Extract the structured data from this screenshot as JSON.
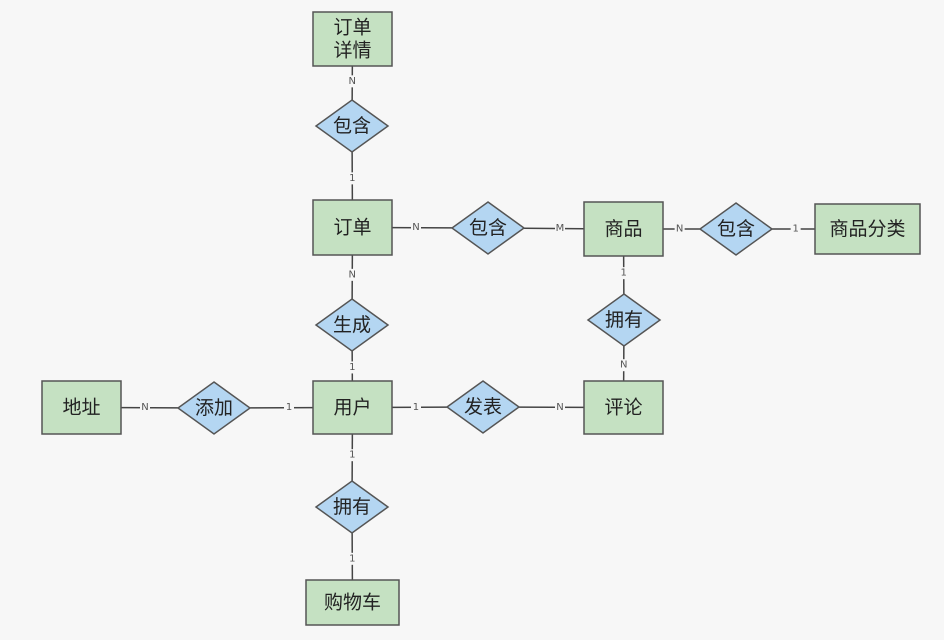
{
  "entities": [
    {
      "id": "order_detail",
      "lines": [
        "订单",
        "详情"
      ]
    },
    {
      "id": "order",
      "lines": [
        "订单"
      ]
    },
    {
      "id": "product",
      "lines": [
        "商品"
      ]
    },
    {
      "id": "category",
      "lines": [
        "商品分类"
      ]
    },
    {
      "id": "user",
      "lines": [
        "用户"
      ]
    },
    {
      "id": "address",
      "lines": [
        "地址"
      ]
    },
    {
      "id": "review",
      "lines": [
        "评论"
      ]
    },
    {
      "id": "cart",
      "lines": [
        "购物车"
      ]
    }
  ],
  "relationships": [
    {
      "id": "r_contains_detail",
      "label": "包含"
    },
    {
      "id": "r_contains_product",
      "label": "包含"
    },
    {
      "id": "r_contains_category",
      "label": "包含"
    },
    {
      "id": "r_generate",
      "label": "生成"
    },
    {
      "id": "r_has_review",
      "label": "拥有"
    },
    {
      "id": "r_add",
      "label": "添加"
    },
    {
      "id": "r_publish",
      "label": "发表"
    },
    {
      "id": "r_has_cart",
      "label": "拥有"
    }
  ],
  "connections": [
    {
      "from": "order_detail",
      "to": "r_contains_detail",
      "card": "N"
    },
    {
      "from": "r_contains_detail",
      "to": "order",
      "card": "1"
    },
    {
      "from": "order",
      "to": "r_contains_product",
      "card": "N"
    },
    {
      "from": "r_contains_product",
      "to": "product",
      "card": "M"
    },
    {
      "from": "product",
      "to": "r_contains_category",
      "card": "N"
    },
    {
      "from": "r_contains_category",
      "to": "category",
      "card": "1"
    },
    {
      "from": "order",
      "to": "r_generate",
      "card": "N"
    },
    {
      "from": "r_generate",
      "to": "user",
      "card": "1"
    },
    {
      "from": "product",
      "to": "r_has_review",
      "card": "1"
    },
    {
      "from": "r_has_review",
      "to": "review",
      "card": "N"
    },
    {
      "from": "address",
      "to": "r_add",
      "card": "N"
    },
    {
      "from": "r_add",
      "to": "user",
      "card": "1"
    },
    {
      "from": "user",
      "to": "r_publish",
      "card": "1"
    },
    {
      "from": "r_publish",
      "to": "review",
      "card": "N"
    },
    {
      "from": "user",
      "to": "r_has_cart",
      "card": "1"
    },
    {
      "from": "r_has_cart",
      "to": "cart",
      "card": "1"
    }
  ]
}
